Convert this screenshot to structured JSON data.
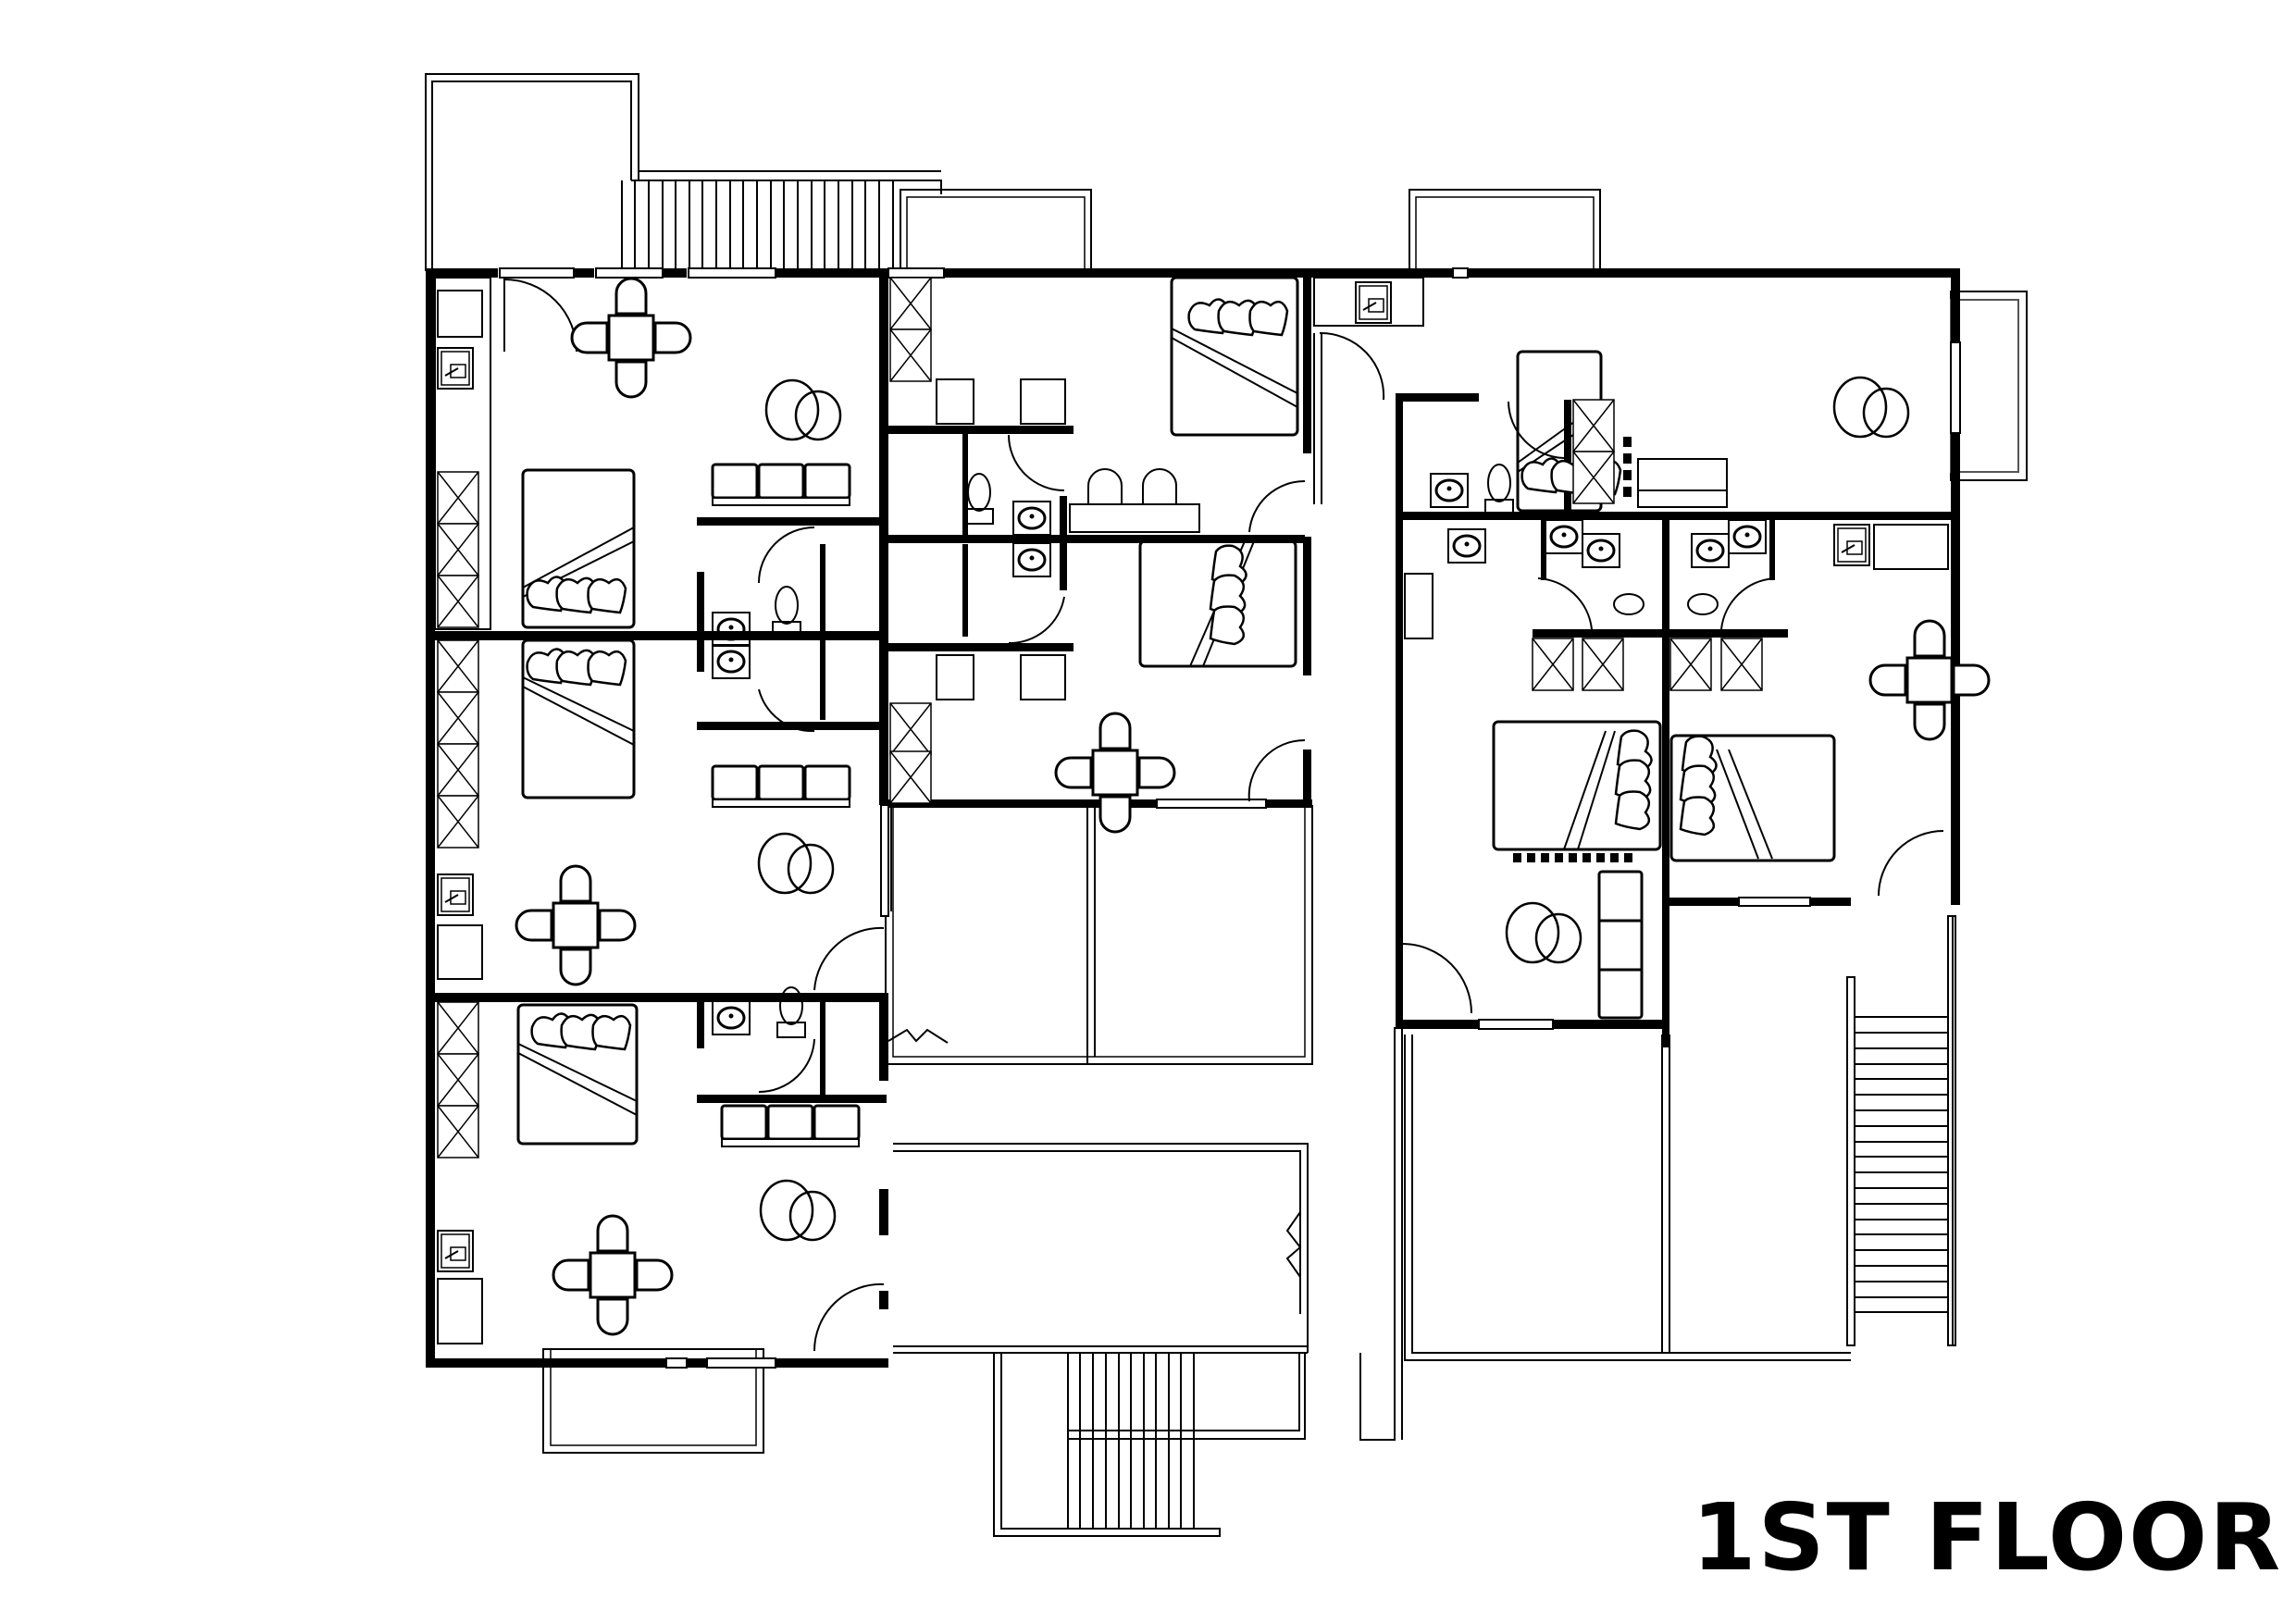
{
  "drawing": {
    "title": "1ST FLOOR",
    "type": "architectural floor plan",
    "colors": {
      "line": "#000000",
      "background": "#ffffff"
    }
  },
  "units": [
    {
      "id": "unit-top-left",
      "rooms": [
        "living-dining",
        "kitchen",
        "bedroom",
        "bathroom"
      ],
      "furniture": [
        "dining-table-4-chairs",
        "sofa-3-seat",
        "round-coffee-tables",
        "double-bed",
        "wardrobe",
        "sink",
        "stove"
      ]
    },
    {
      "id": "unit-middle-left",
      "rooms": [
        "living-dining",
        "kitchen",
        "bedroom",
        "bathroom"
      ],
      "furniture": [
        "dining-table-4-chairs",
        "sofa-3-seat",
        "round-coffee-tables",
        "double-bed",
        "wardrobe",
        "sink",
        "stove"
      ]
    },
    {
      "id": "unit-bottom-left",
      "rooms": [
        "living-dining",
        "kitchen",
        "bedroom",
        "bathroom"
      ],
      "furniture": [
        "dining-table-4-chairs",
        "sofa-3-seat",
        "round-coffee-tables",
        "double-bed",
        "wardrobe",
        "sink",
        "stove"
      ]
    },
    {
      "id": "unit-top-center",
      "rooms": [
        "studio",
        "kitchenette",
        "bathroom"
      ],
      "furniture": [
        "double-bed",
        "bar-counter-2-stools",
        "wardrobe",
        "stove"
      ]
    },
    {
      "id": "unit-middle-center",
      "rooms": [
        "studio",
        "kitchenette",
        "bathroom"
      ],
      "furniture": [
        "double-bed",
        "dining-table-3-chairs",
        "wardrobe",
        "stove"
      ]
    },
    {
      "id": "unit-top-right",
      "rooms": [
        "bedroom-living",
        "kitchen",
        "bathroom"
      ],
      "furniture": [
        "double-bed",
        "single-sofa",
        "round-coffee-tables",
        "wardrobe",
        "sink"
      ]
    },
    {
      "id": "unit-lower-right-a",
      "rooms": [
        "bedroom-living",
        "bathroom"
      ],
      "furniture": [
        "double-bed",
        "sofa-3-seat",
        "round-coffee-tables",
        "wardrobe"
      ]
    },
    {
      "id": "unit-lower-right-b",
      "rooms": [
        "bedroom-living",
        "kitchen",
        "bathroom"
      ],
      "furniture": [
        "double-bed",
        "dining-table-3-chairs",
        "wardrobe",
        "sink"
      ]
    }
  ],
  "circulation": [
    "central-corridor",
    "entry-stair-bottom-center",
    "stair-right",
    "stair-top-left",
    "balconies"
  ]
}
